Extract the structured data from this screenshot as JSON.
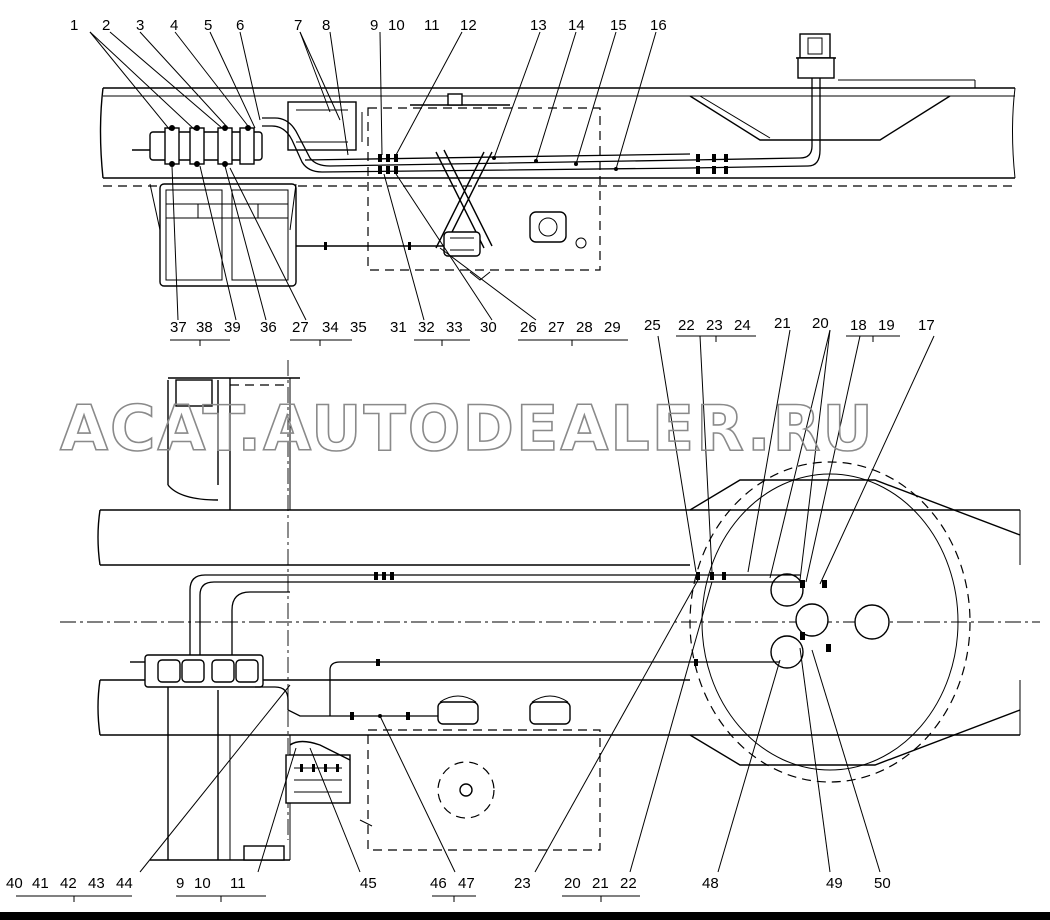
{
  "watermark": "ACAT.AUTODEALER.RU",
  "callouts_top": [
    "1",
    "2",
    "3",
    "4",
    "5",
    "6",
    "7",
    "8",
    "9",
    "10",
    "11",
    "12",
    "13",
    "14",
    "15",
    "16"
  ],
  "callouts_mid_left": [
    "37",
    "38",
    "39",
    "36",
    "27",
    "34",
    "35",
    "31",
    "32",
    "33",
    "30",
    "26",
    "27",
    "28",
    "29"
  ],
  "callouts_mid_right": [
    "25",
    "22",
    "23",
    "24",
    "21",
    "20",
    "18",
    "19",
    "17"
  ],
  "callouts_bottom": [
    "40",
    "41",
    "42",
    "43",
    "44",
    "9",
    "10",
    "11",
    "45",
    "46",
    "47",
    "23",
    "20",
    "21",
    "22",
    "48",
    "49",
    "50"
  ],
  "colors": {
    "line": "#000000",
    "watermark": "#8a8a8a",
    "background": "#ffffff"
  }
}
